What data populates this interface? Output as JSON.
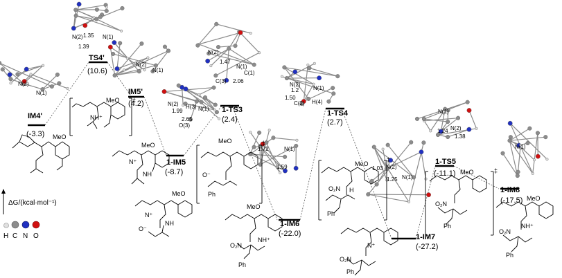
{
  "states": [
    {
      "label": "IM4'",
      "energy": "(-3.3)"
    },
    {
      "label": "TS4'",
      "energy": "(10.6)"
    },
    {
      "label": "IM5'",
      "energy": "(4.2)"
    },
    {
      "label": "1-IM5",
      "energy": "(-8.7)"
    },
    {
      "label": "1-TS3",
      "energy": "(2.4)"
    },
    {
      "label": "1-IM6",
      "energy": "(-22.0)"
    },
    {
      "label": "1-TS4",
      "energy": "(2.7)"
    },
    {
      "label": "1-IM7",
      "energy": "(-27.2)"
    },
    {
      "label": "1-TS5",
      "energy": "(-11.1)"
    },
    {
      "label": "1-IM8",
      "energy": "(-17.5)"
    }
  ],
  "atom_labels": {
    "ts4p": [
      "N(2)",
      "N(1)",
      "1.35",
      "1.39"
    ],
    "im4p": [
      "N(2)",
      "N(1)"
    ],
    "im5p": [
      "N(2)",
      "N(1)"
    ],
    "im5": [
      "N(2)",
      "H(3)",
      "N(1)",
      "1.99",
      "2.65",
      "O(3)"
    ],
    "ts3": [
      "N(2)",
      "N(1)",
      "1.47",
      "C(1)",
      "C(3)",
      "2.06"
    ],
    "im6": [
      "1.72",
      "N(1)",
      "1.59"
    ],
    "ts4": [
      "N(2)",
      "N(1)",
      "1.2",
      "1.50",
      "C(2)",
      "H(4)"
    ],
    "im7": [
      "1.03",
      "N(2)",
      "N(1)",
      "1.25"
    ],
    "ts5": [
      "N(1)",
      "N(2)",
      "1.24",
      "1.38"
    ],
    "im8": [
      "N(1)"
    ]
  },
  "legend": {
    "axis": "ΔG/(kcal·mol⁻¹)",
    "atoms": [
      "H",
      "C",
      "N",
      "O"
    ],
    "colors": {
      "H": "#e0e0e0",
      "C": "#8c8c8c",
      "N": "#2030c0",
      "O": "#d01010"
    }
  },
  "structure_labels": {
    "ome": "MeO",
    "n_plus": "N⁺",
    "nh": "NH",
    "nh_plus": "NH⁺",
    "h": "H",
    "n": "N",
    "o_minus": "O⁻",
    "no2": "O₂N",
    "ph": "Ph",
    "ts_mark": "‡"
  }
}
